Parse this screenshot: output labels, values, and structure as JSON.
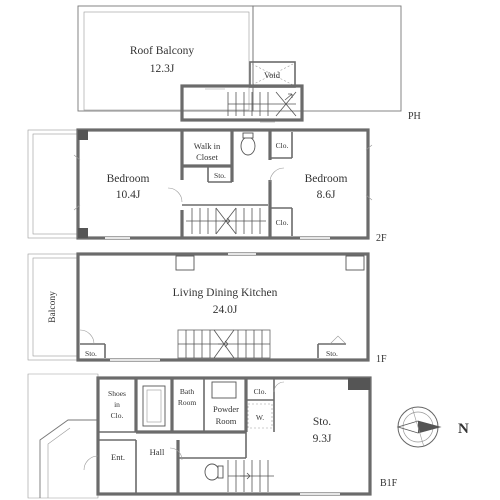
{
  "floors": {
    "ph": "PH",
    "f2": "2F",
    "f1": "1F",
    "b1": "B1F"
  },
  "rooms": {
    "roof_balcony": {
      "name": "Roof Balcony",
      "size": "12.3J"
    },
    "void": "Void",
    "bedroom_left": {
      "name": "Bedroom",
      "size": "10.4J"
    },
    "walk_in_closet": {
      "line1": "Walk in",
      "line2": "Closet"
    },
    "bedroom_right": {
      "name": "Bedroom",
      "size": "8.6J"
    },
    "clo_2f_top": "Clo.",
    "clo_2f_bottom": "Clo.",
    "sto_2f": "Sto.",
    "balcony_1f": "Balcony",
    "ldk": {
      "name": "Living Dining Kitchen",
      "size": "24.0J"
    },
    "sto_1f_left": "Sto.",
    "sto_1f_right": "Sto.",
    "shoes_in_clo": {
      "line1": "Shoes",
      "line2": "in",
      "line3": "Clo."
    },
    "bath_room": {
      "line1": "Bath",
      "line2": "Room"
    },
    "powder_room": {
      "line1": "Powder",
      "line2": "Room"
    },
    "clo_b1": "Clo.",
    "washer": "W.",
    "sto_b1": {
      "name": "Sto.",
      "size": "9.3J"
    },
    "entrance": "Ent.",
    "hall": "Hall"
  },
  "compass": {
    "label": "N"
  }
}
